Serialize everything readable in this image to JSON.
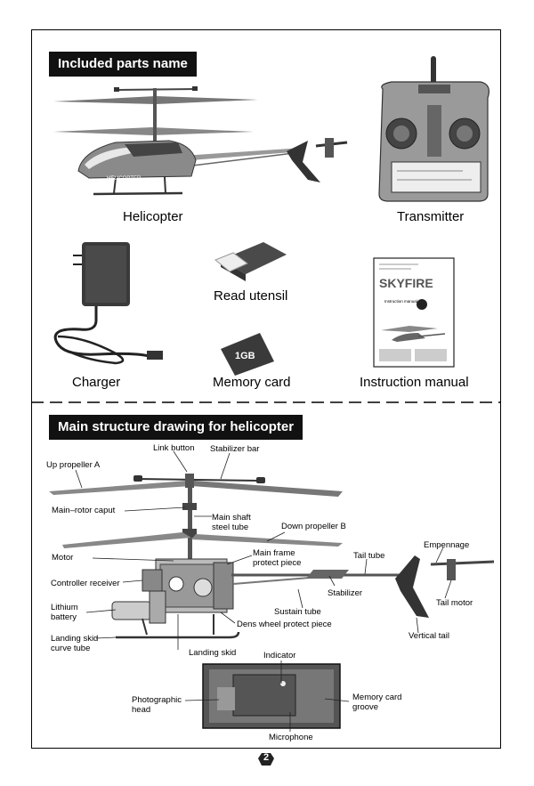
{
  "section1": {
    "title": "Included parts name",
    "captions": {
      "helicopter": "Helicopter",
      "transmitter": "Transmitter",
      "read_utensil": "Read utensil",
      "charger": "Charger",
      "memory_card": "Memory card",
      "instruction_manual": "Instruction manual"
    },
    "product_text": {
      "heli_body": "HELICOPTER",
      "card_size": "1GB",
      "manual_brand": "SKYFIRE",
      "manual_subtitle": "Instruction manual"
    }
  },
  "section2": {
    "title": "Main structure drawing for helicopter",
    "labels": {
      "link_button": "Link button",
      "stabilizer_bar": "Stabilizer bar",
      "up_propeller": "Up propeller A",
      "main_rotor_caput": "Main–rotor caput",
      "main_shaft_l1": "Main shaft",
      "main_shaft_l2": "steel tube",
      "down_propeller": "Down propeller B",
      "motor": "Motor",
      "main_frame_l1": "Main frame",
      "main_frame_l2": "protect piece",
      "tail_tube": "Tail tube",
      "empennage": "Empennage",
      "controller_receiver": "Controller receiver",
      "stabilizer": "Stabilizer",
      "tail_motor": "Tail motor",
      "lithium_l1": "Lithium",
      "lithium_l2": "battery",
      "sustain_tube": "Sustain tube",
      "dens_wheel": "Dens wheel protect piece",
      "vertical_tail": "Vertical tail",
      "landing_skid_curve_l1": "Landing skid",
      "landing_skid_curve_l2": "curve tube",
      "landing_skid": "Landing skid",
      "indicator": "Indicator",
      "photographic_l1": "Photographic",
      "photographic_l2": "head",
      "memory_card_groove_l1": "Memory card",
      "memory_card_groove_l2": "groove",
      "microphone": "Microphone"
    }
  },
  "page_number": "2"
}
